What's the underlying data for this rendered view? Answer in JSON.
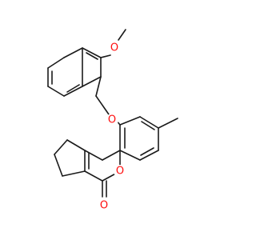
{
  "molecule": {
    "atoms": [
      {
        "id": "a1",
        "label": "O",
        "color": "#ff0d0d"
      },
      {
        "id": "a2",
        "label": "O",
        "color": "#ff0d0d"
      },
      {
        "id": "a3",
        "label": "O",
        "color": "#ff0d0d"
      },
      {
        "id": "a4",
        "label": "O",
        "color": "#ff0d0d"
      }
    ],
    "bond_color": "#1a1a1a",
    "background": "#ffffff"
  }
}
